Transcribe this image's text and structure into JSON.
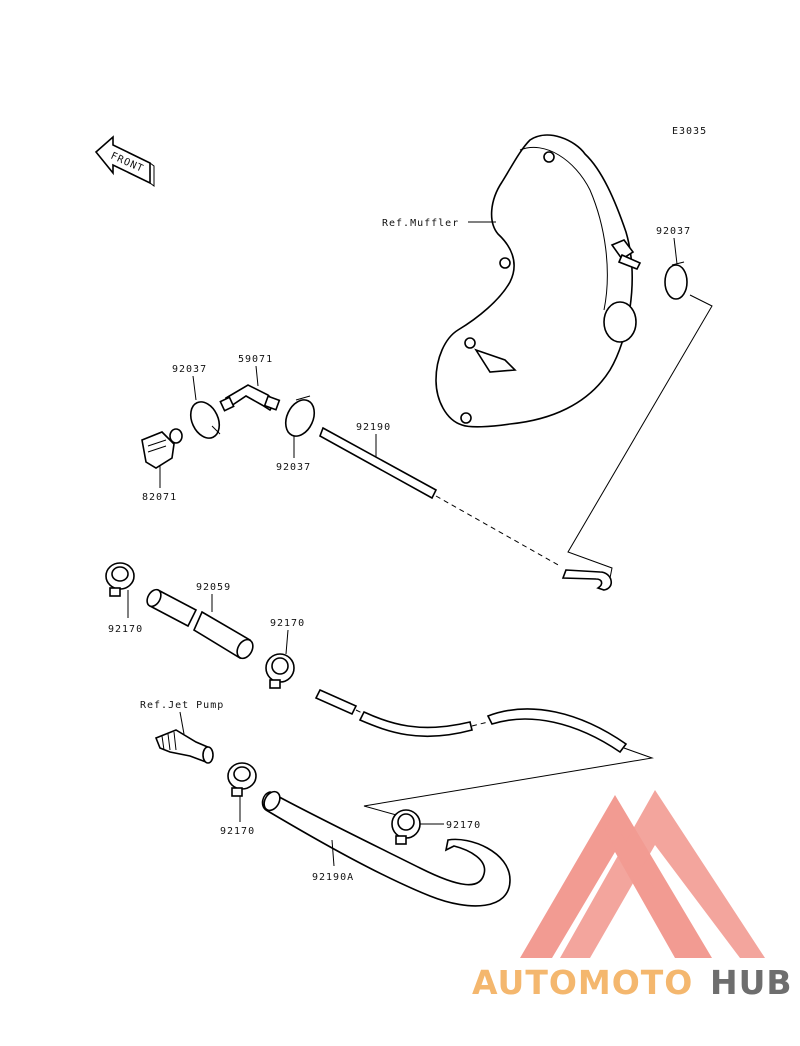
{
  "diagram": {
    "code": "E3035",
    "front_label": "FRONT",
    "labels": {
      "ref_muffler": "Ref.Muffler",
      "p92037_a": "92037",
      "p59071": "59071",
      "p92037_b": "92037",
      "p92190": "92190",
      "p92037_c": "92037",
      "p82071": "82071",
      "p92059": "92059",
      "p92170_a": "92170",
      "p92170_b": "92170",
      "ref_jet_pump": "Ref.Jet Pump",
      "p92170_c": "92170",
      "p92170_d": "92170",
      "p92190a": "92190A"
    }
  },
  "watermark": {
    "brand_part1": "AUTOMOTO",
    "brand_part2": "HUB",
    "colors": {
      "triangle": "#f08a80",
      "auto": "#f4b76e",
      "hub": "#6e6e6e"
    }
  }
}
